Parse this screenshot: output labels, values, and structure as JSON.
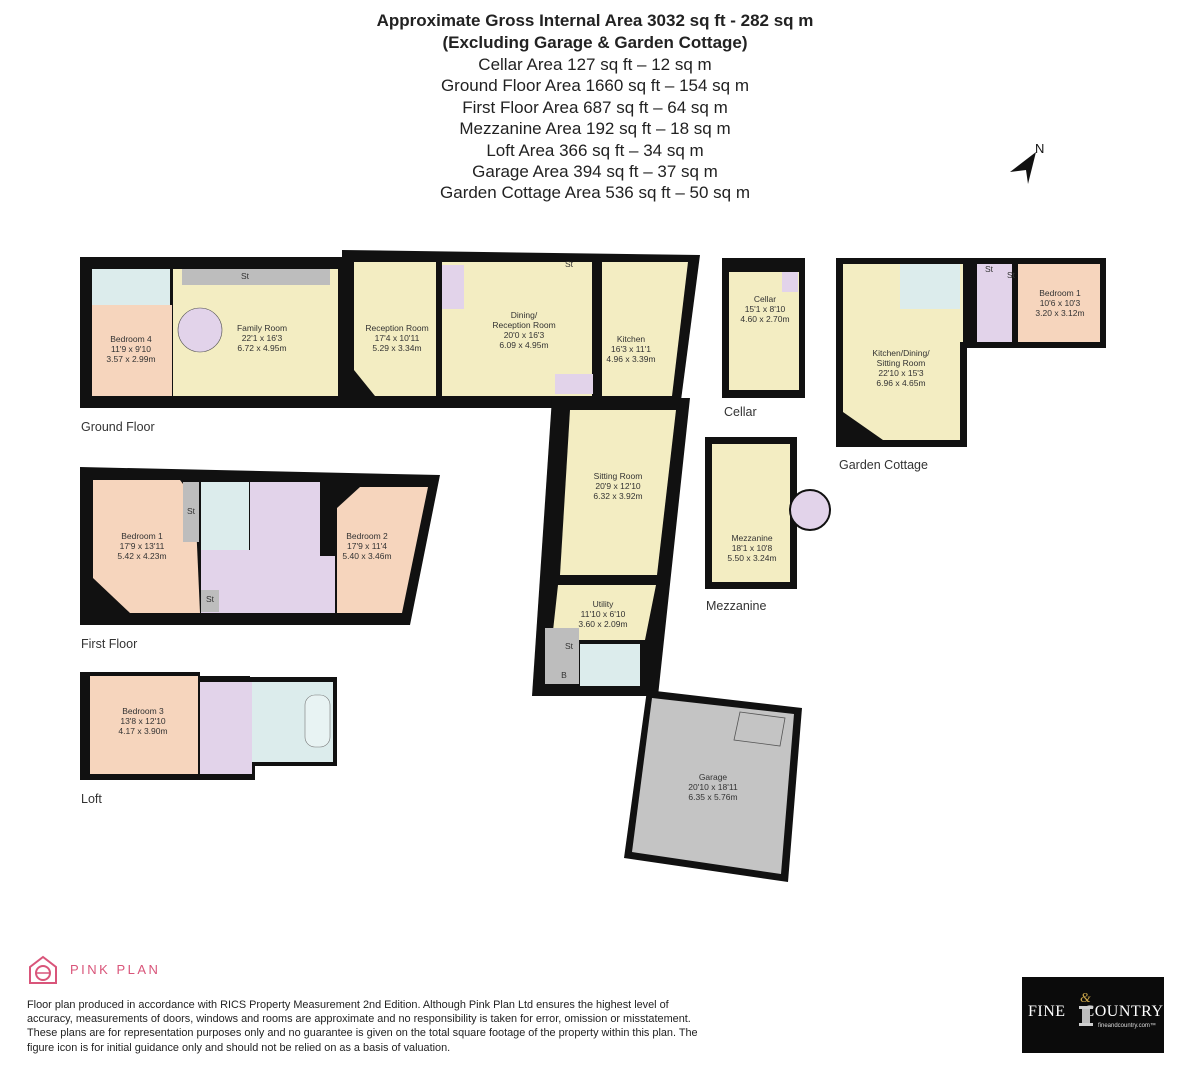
{
  "header": {
    "title_line1": "Approximate Gross Internal Area 3032 sq ft - 282 sq m",
    "title_line2": "(Excluding Garage & Garden Cottage)",
    "areas": [
      "Cellar Area 127 sq ft – 12 sq m",
      "Ground Floor Area 1660 sq ft – 154 sq m",
      "First Floor Area 687 sq ft – 64 sq m",
      "Mezzanine Area 192 sq ft – 18 sq m",
      "Loft Area 366 sq ft – 34 sq m",
      "Garage Area 394 sq ft – 37 sq m",
      "Garden Cottage Area 536 sq ft – 50 sq m"
    ]
  },
  "compass": {
    "label": "N"
  },
  "floors": {
    "ground": {
      "label": "Ground Floor"
    },
    "first": {
      "label": "First Floor"
    },
    "loft": {
      "label": "Loft"
    },
    "cellar": {
      "label": "Cellar"
    },
    "mezzanine": {
      "label": "Mezzanine"
    },
    "garden_cottage": {
      "label": "Garden Cottage"
    }
  },
  "rooms": {
    "bedroom4": {
      "name": "Bedroom 4",
      "imperial": "11'9 x 9'10",
      "metric": "3.57 x 2.99m"
    },
    "family_room": {
      "name": "Family Room",
      "imperial": "22'1 x 16'3",
      "metric": "6.72 x 4.95m"
    },
    "reception_room": {
      "name": "Reception Room",
      "imperial": "17'4 x 10'11",
      "metric": "5.29 x 3.34m"
    },
    "dining_reception": {
      "name": "Dining/",
      "name2": "Reception Room",
      "imperial": "20'0 x 16'3",
      "metric": "6.09 x 4.95m"
    },
    "kitchen": {
      "name": "Kitchen",
      "imperial": "16'3 x 11'1",
      "metric": "4.96 x 3.39m"
    },
    "sitting_room": {
      "name": "Sitting Room",
      "imperial": "20'9 x 12'10",
      "metric": "6.32 x 3.92m"
    },
    "utility": {
      "name": "Utility",
      "imperial": "11'10 x 6'10",
      "metric": "3.60 x 2.09m"
    },
    "cellar": {
      "name": "Cellar",
      "imperial": "15'1 x 8'10",
      "metric": "4.60 x 2.70m"
    },
    "mezzanine": {
      "name": "Mezzanine",
      "imperial": "18'1 x 10'8",
      "metric": "5.50 x 3.24m"
    },
    "bedroom1_first": {
      "name": "Bedroom 1",
      "imperial": "17'9 x 13'11",
      "metric": "5.42 x 4.23m"
    },
    "bedroom2": {
      "name": "Bedroom 2",
      "imperial": "17'9 x 11'4",
      "metric": "5.40 x 3.46m"
    },
    "bedroom3": {
      "name": "Bedroom 3",
      "imperial": "13'8 x 12'10",
      "metric": "4.17 x 3.90m"
    },
    "garage": {
      "name": "Garage",
      "imperial": "20'10 x 18'11",
      "metric": "6.35 x 5.76m"
    },
    "cottage_kitchen": {
      "name": "Kitchen/Dining/",
      "name2": "Sitting Room",
      "imperial": "22'10 x 15'3",
      "metric": "6.96 x 4.65m"
    },
    "cottage_bedroom1": {
      "name": "Bedroom 1",
      "imperial": "10'6 x 10'3",
      "metric": "3.20 x 3.12m"
    }
  },
  "labels": {
    "storage": "St",
    "boiler": "B"
  },
  "colors": {
    "wall": "#111111",
    "living": "#f3edc2",
    "bedroom": "#f6d5bd",
    "bathroom": "#dcecec",
    "circulation": "#e2d3ea",
    "storage": "#bdbdbd",
    "garage": "#c4c4c4",
    "brand_pink": "#d9557a"
  },
  "footer": {
    "brand": "PINK PLAN",
    "disclaimer": "Floor plan produced in accordance with RICS Property Measurement 2nd Edition. Although Pink Plan Ltd ensures the highest level of accuracy, measurements of doors, windows and rooms are approximate and no responsibility is taken for error, omission or misstatement. These plans are for representation purposes only and no guarantee is given on the total square footage of the property within this plan. The figure icon is for initial guidance only and should not be relied on as a basis of valuation.",
    "agent_logo": {
      "name_left": "FINE",
      "ampersand": "&",
      "name_right": "COUNTRY",
      "url": "fineandcountry.com™"
    }
  }
}
